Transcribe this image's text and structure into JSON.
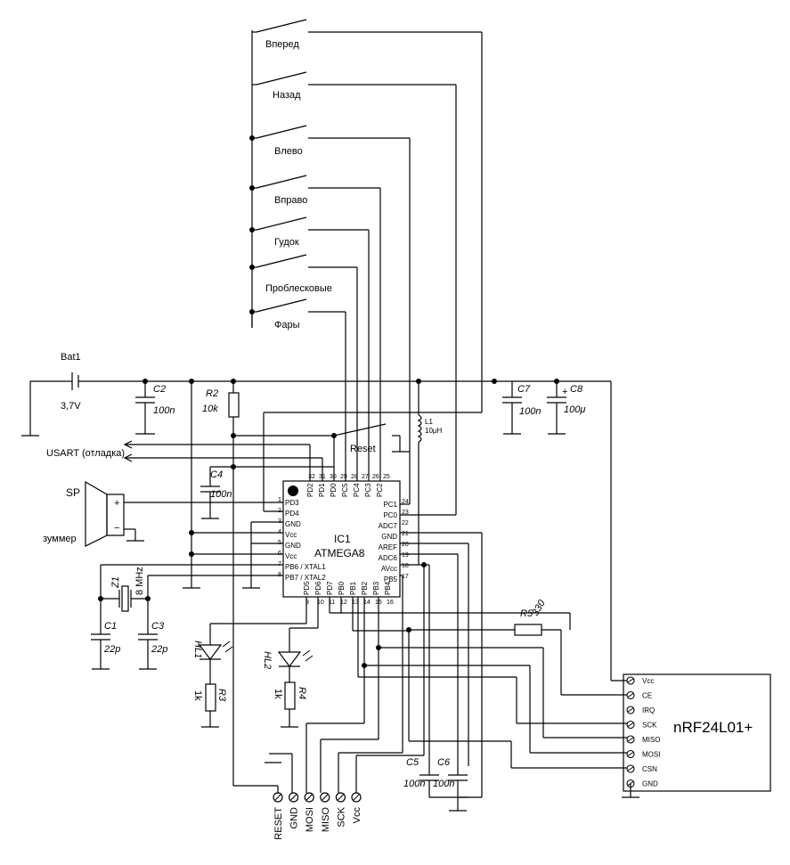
{
  "switches": [
    "Вперед",
    "Назад",
    "Влево",
    "Вправо",
    "Гудок",
    "Проблесковые",
    "Фары"
  ],
  "battery": {
    "ref": "Bat1",
    "value": "3,7V"
  },
  "caps": {
    "c1": {
      "ref": "C1",
      "value": "22p"
    },
    "c2": {
      "ref": "C2",
      "value": "100n"
    },
    "c3": {
      "ref": "C3",
      "value": "22p"
    },
    "c4": {
      "ref": "C4",
      "value": "100n"
    },
    "c5": {
      "ref": "C5",
      "value": "100n"
    },
    "c6": {
      "ref": "C6",
      "value": "100n"
    },
    "c7": {
      "ref": "C7",
      "value": "100n"
    },
    "c8": {
      "ref": "C8",
      "value": "100μ"
    }
  },
  "resistors": {
    "r2": {
      "ref": "R2",
      "value": "10k"
    },
    "r3": {
      "ref": "R3",
      "value": "1k"
    },
    "r4": {
      "ref": "R4",
      "value": "1k"
    },
    "r5": {
      "ref": "R5",
      "value": "330"
    }
  },
  "inductor": {
    "ref": "L1",
    "value": "10μH"
  },
  "crystal": {
    "ref": "Z1",
    "value": "8 MHz"
  },
  "leds": {
    "hl1": "HL1",
    "hl2": "HL2"
  },
  "speaker": {
    "ref": "SP",
    "label": "зуммер"
  },
  "usart_label": "USART (отладка)",
  "reset_label": "Reset",
  "ic": {
    "ref": "IC1",
    "name": "ATMEGA8",
    "left_pins": [
      "PD3",
      "PD4",
      "GND",
      "Vcc",
      "GND",
      "Vcc",
      "PB6 / XTAL1",
      "PB7 / XTAL2"
    ],
    "left_nums": [
      "1",
      "2",
      "3",
      "4",
      "5",
      "6",
      "7",
      "8"
    ],
    "top_pins": [
      "PD2",
      "PD1",
      "PD0",
      "PC5",
      "PC4",
      "PC3",
      "PC2"
    ],
    "top_nums": [
      "32",
      "31",
      "30",
      "29",
      "28",
      "27",
      "26",
      "25"
    ],
    "right_pins": [
      "PC1",
      "PC0",
      "ADC7",
      "GND",
      "AREF",
      "ADC6",
      "AVcc",
      "PB5"
    ],
    "right_nums": [
      "24",
      "23",
      "22",
      "21",
      "20",
      "19",
      "18",
      "17"
    ],
    "bottom_pins": [
      "PD5",
      "PD6",
      "PD7",
      "PB0",
      "PB1",
      "PB2",
      "PB3",
      "PB4"
    ],
    "bottom_nums": [
      "9",
      "10",
      "11",
      "12",
      "13",
      "14",
      "15",
      "16"
    ]
  },
  "isp": [
    "RESET",
    "GND",
    "MOSI",
    "MISO",
    "SCK",
    "Vcc"
  ],
  "nrf": {
    "name": "nRF24L01+",
    "pins": [
      "Vcc",
      "CE",
      "IRQ",
      "SCK",
      "MISO",
      "MOSI",
      "CSN",
      "GND"
    ]
  }
}
